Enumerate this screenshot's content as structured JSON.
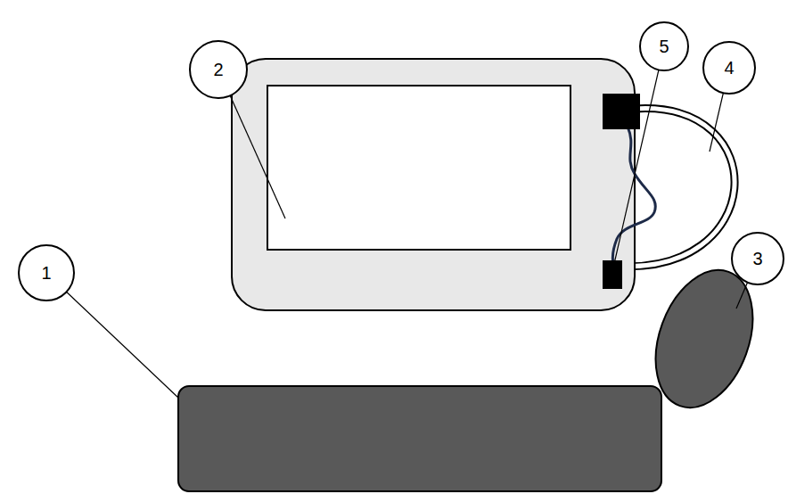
{
  "diagram": {
    "nodes": [
      {
        "text": [
          "2"
        ]
      },
      {
        "text": [
          "5"
        ]
      },
      {
        "text": [
          "4"
        ]
      },
      {
        "text": [
          "1"
        ]
      },
      {
        "text": [
          "3"
        ]
      }
    ]
  }
}
